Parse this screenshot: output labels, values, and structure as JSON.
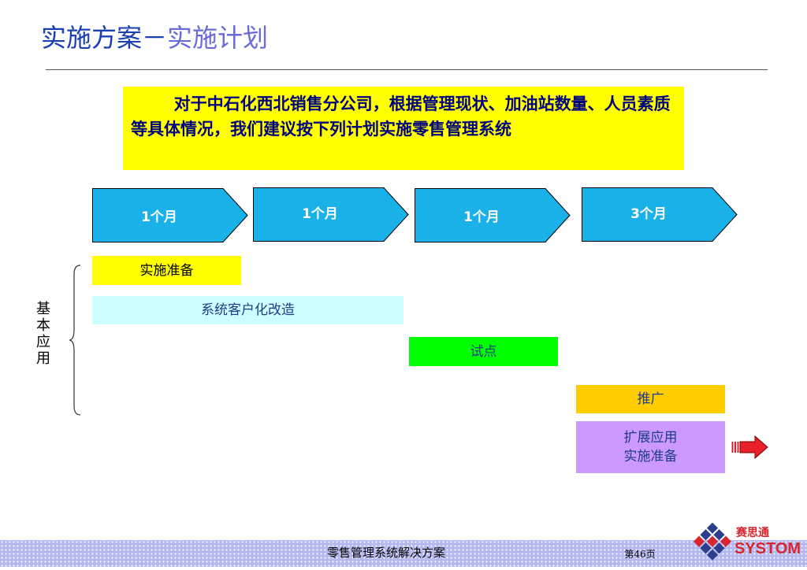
{
  "slide": {
    "title_part1": "实施方案－",
    "title_part2": "实施计划",
    "intro_text": "对于中石化西北销售分公司，根据管理现状、加油站数量、人员素质等具体情况，我们建议按下列计划实施零售管理系统"
  },
  "phases": [
    {
      "label": "1个月"
    },
    {
      "label": "1个月"
    },
    {
      "label": "1个月"
    },
    {
      "label": "3个月"
    }
  ],
  "tasks": [
    {
      "label": "实施准备",
      "color": "#ffff00"
    },
    {
      "label": "系统客户化改造",
      "color": "#ccffff"
    },
    {
      "label": "试点",
      "color": "#00ff00"
    },
    {
      "label": "推广",
      "color": "#ffcc00"
    },
    {
      "label": "扩展应用\n实施准备",
      "color": "#cc99ff"
    }
  ],
  "side_label": "基本应用",
  "footer": {
    "title": "零售管理系统解决方案",
    "page": "第46页"
  },
  "logo": {
    "cn": "赛思通",
    "en": "SYSTOM"
  },
  "colors": {
    "title_primary": "#1a3fb0",
    "title_secondary": "#6a6ad8",
    "phase_fill": "#1ab0e8",
    "footer_bg": "#b4b9f0",
    "brand_red": "#d8262e"
  },
  "icons": {
    "phase": "chevron-arrow-shape",
    "next": "red-right-arrow-icon",
    "brace": "left-curly-brace",
    "logo": "diamond-grid-logo"
  }
}
